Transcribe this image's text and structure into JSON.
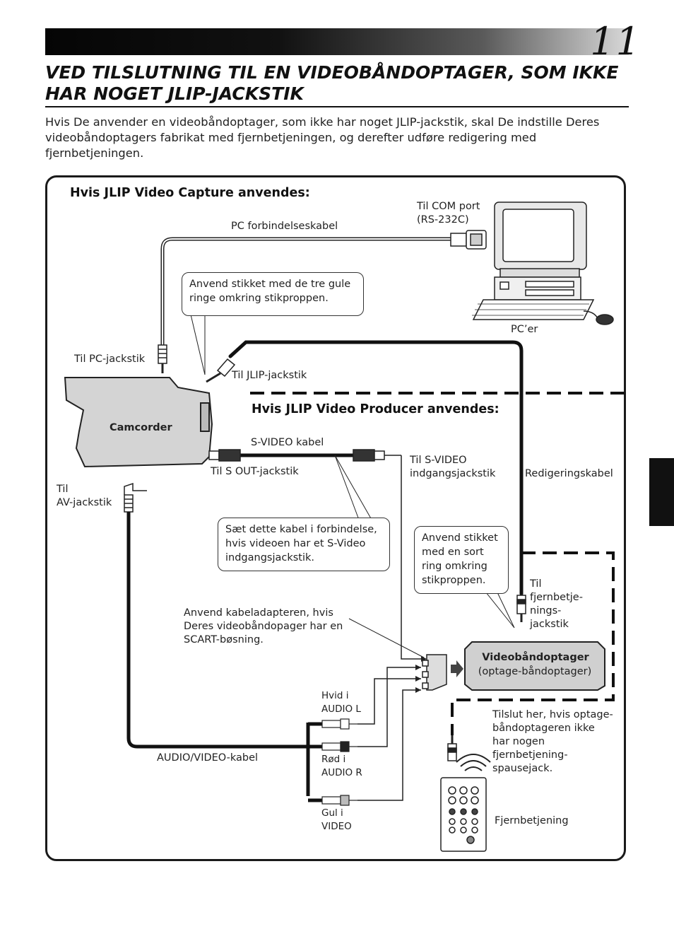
{
  "page": {
    "number": "11",
    "title": "VED TILSLUTNING TIL EN VIDEOBÅNDOPTAGER, SOM IKKE HAR NOGET JLIP-JACKSTIK",
    "intro": "Hvis De anvender en videobåndoptager, som ikke har noget JLIP-jackstik, skal De indstille Deres videobåndoptagers fabrikat med fjernbetjeningen, og derefter udføre redigering med fjernbetjeningen."
  },
  "diagram": {
    "heading_capture": "Hvis JLIP Video Capture anvendes:",
    "heading_producer": "Hvis JLIP Video Producer anvendes:",
    "labels": {
      "com_port": "Til COM port\n(RS-232C)",
      "pc_cable": "PC forbindelseskabel",
      "pc": "PC’er",
      "pc_jack": "Til PC-jackstik",
      "jlip_jack": "Til JLIP-jackstik",
      "camcorder": "Camcorder",
      "svideo_cable": "S-VIDEO kabel",
      "s_out": "Til S OUT-jackstik",
      "s_video_in": "Til S-VIDEO\nindgangsjackstik",
      "edit_cable": "Redigeringskabel",
      "av_jack": "Til\nAV-jackstik",
      "remote_jack": "Til\nfjernbetje-\nnings-\njackstik",
      "scart_note": "Anvend kabeladapteren, hvis\nDeres videobåndopager har en\nSCART-bøsning.",
      "vcr_title": "Videobåndoptager",
      "vcr_sub": "(optage-båndoptager)",
      "white": "Hvid i\nAUDIO L",
      "red": "Rød i\nAUDIO R",
      "yellow": "Gul i\nVIDEO",
      "av_cable": "AUDIO/VIDEO-kabel",
      "pause_note": "Tilslut her, hvis optage-\nbåndoptageren ikke\nhar nogen\nfjernbetjening-\nspausejack.",
      "remote": "Fjernbetjening"
    },
    "callouts": {
      "yellow_rings": "Anvend stikket med de tre gule\nringe omkring stikproppen.",
      "svideo_note": "Sæt dette kabel i forbindelse,\nhvis videoen har et S-Video\nindgangsjackstik.",
      "black_ring": "Anvend stikket\nmed en sort\nring omkring\nstikproppen."
    }
  }
}
